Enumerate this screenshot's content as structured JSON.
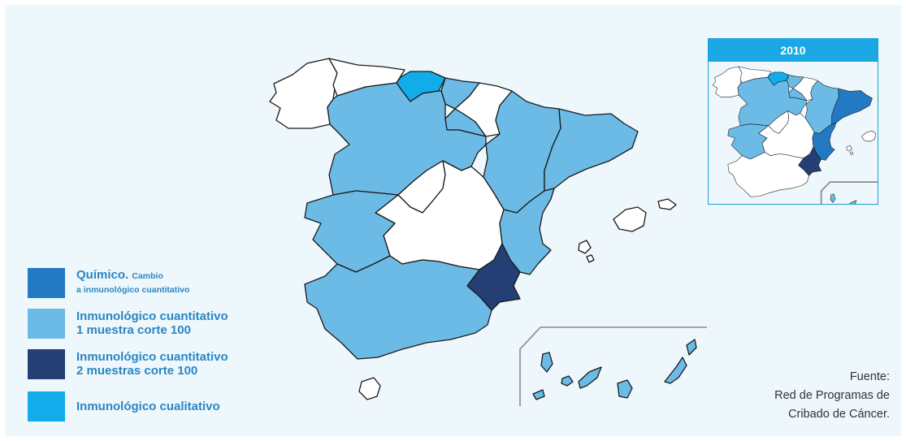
{
  "colors": {
    "quimico": "#2379c4",
    "inmunologico_1": "#6cbbe6",
    "inmunologico_2": "#243f74",
    "cualitativo": "#12acea",
    "sin_programa": "#ffffff",
    "panel": "#eef7fb"
  },
  "legend": {
    "items": [
      {
        "key": "quimico",
        "label": "Químico.",
        "sublabel_1": "Cambio",
        "sublabel_2": "a inmunológico cuantitativo"
      },
      {
        "key": "inmunologico_1",
        "label_1": "Inmunológico cuantitativo",
        "label_2": "1 muestra corte 100"
      },
      {
        "key": "inmunologico_2",
        "label_1": "Inmunológico cuantitativo",
        "label_2": "2 muestras corte 100"
      },
      {
        "key": "cualitativo",
        "label": "Inmunológico cualitativo"
      }
    ]
  },
  "inset": {
    "year": "2010"
  },
  "source": {
    "line_1": "Fuente:",
    "line_2": "Red de Programas de",
    "line_3": "Cribado de Cáncer."
  },
  "regions": [
    {
      "name": "Galicia",
      "category": "sin_programa"
    },
    {
      "name": "Asturias",
      "category": "sin_programa"
    },
    {
      "name": "Cantabria",
      "category": "cualitativo"
    },
    {
      "name": "País Vasco",
      "category": "inmunologico_1"
    },
    {
      "name": "Navarra",
      "category": "sin_programa"
    },
    {
      "name": "La Rioja",
      "category": "inmunologico_1"
    },
    {
      "name": "Aragón",
      "category": "inmunologico_1"
    },
    {
      "name": "Cataluña",
      "category": "inmunologico_1"
    },
    {
      "name": "Castilla y León",
      "category": "inmunologico_1"
    },
    {
      "name": "Madrid",
      "category": "sin_programa"
    },
    {
      "name": "Castilla-La Mancha",
      "category": "sin_programa"
    },
    {
      "name": "Extremadura",
      "category": "inmunologico_1"
    },
    {
      "name": "Comunidad Valenciana",
      "category": "inmunologico_1"
    },
    {
      "name": "Murcia",
      "category": "inmunologico_2"
    },
    {
      "name": "Andalucía",
      "category": "inmunologico_1"
    },
    {
      "name": "Baleares",
      "category": "sin_programa"
    },
    {
      "name": "Canarias",
      "category": "inmunologico_1"
    },
    {
      "name": "Ceuta",
      "category": "sin_programa"
    }
  ],
  "regions_2010": [
    {
      "name": "Galicia",
      "category": "sin_programa"
    },
    {
      "name": "Asturias",
      "category": "sin_programa"
    },
    {
      "name": "Cantabria",
      "category": "cualitativo"
    },
    {
      "name": "País Vasco",
      "category": "inmunologico_1"
    },
    {
      "name": "Navarra",
      "category": "sin_programa"
    },
    {
      "name": "La Rioja",
      "category": "inmunologico_1"
    },
    {
      "name": "Aragón",
      "category": "inmunologico_1"
    },
    {
      "name": "Cataluña",
      "category": "quimico"
    },
    {
      "name": "Castilla y León",
      "category": "inmunologico_1"
    },
    {
      "name": "Madrid",
      "category": "sin_programa"
    },
    {
      "name": "Castilla-La Mancha",
      "category": "sin_programa"
    },
    {
      "name": "Extremadura",
      "category": "inmunologico_1"
    },
    {
      "name": "Comunidad Valenciana",
      "category": "quimico"
    },
    {
      "name": "Murcia",
      "category": "inmunologico_2"
    },
    {
      "name": "Andalucía",
      "category": "sin_programa"
    },
    {
      "name": "Baleares",
      "category": "sin_programa"
    },
    {
      "name": "Canarias",
      "category": "inmunologico_1"
    }
  ]
}
